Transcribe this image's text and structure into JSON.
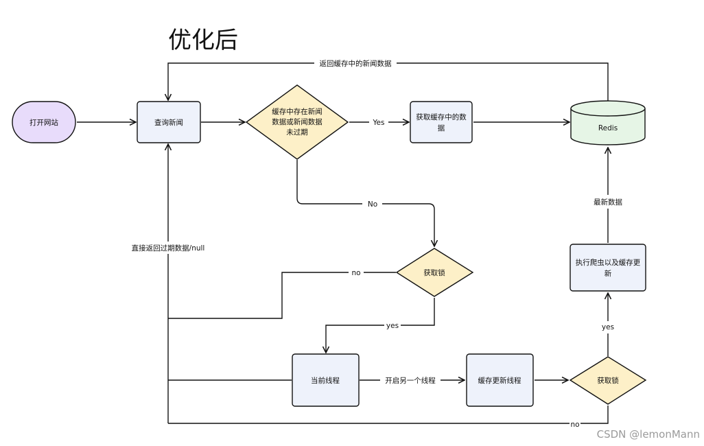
{
  "title": "优化后",
  "nodes": {
    "open_site": "打开网站",
    "query_news": "查询新闻",
    "cache_check": [
      "缓存中存在新闻",
      "数据或新闻数据",
      "未过期"
    ],
    "get_cache_data": [
      "获取缓存中的数",
      "据"
    ],
    "redis": "Redis",
    "get_lock_1": "获取锁",
    "crawl_update": [
      "执行爬虫以及缓存更",
      "新"
    ],
    "current_thread": "当前线程",
    "cache_update_thread": "缓存更新线程",
    "get_lock_2": "获取锁"
  },
  "edges": {
    "return_cache": "返回缓存中的新闻数据",
    "yes_check": "Yes",
    "no_check": "No",
    "no_lock1": "no",
    "yes_lock1": "yes",
    "return_expired": "直接返回过期数据/null",
    "start_thread": "开启另一个线程",
    "yes_lock2": "yes",
    "latest_data": "最新数据",
    "no_lock2": "no"
  },
  "watermark": "CSDN @lemonMann",
  "colors": {
    "process_fill": "#eef2fb",
    "decision_fill": "#fdf0c8",
    "terminal_fill": "#e8dcfb",
    "db_fill": "#e6f5e6",
    "stroke": "#111111"
  }
}
